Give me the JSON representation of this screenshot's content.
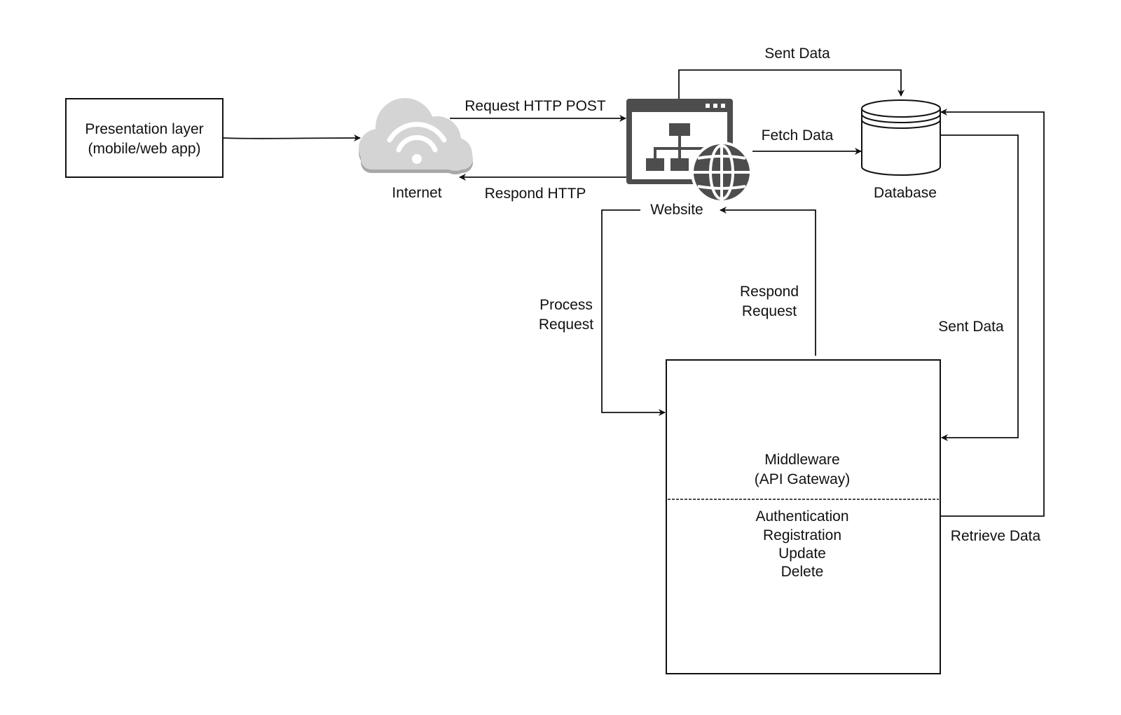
{
  "nodes": {
    "presentation": {
      "line1": "Presentation layer",
      "line2": "(mobile/web app)"
    },
    "internet": {
      "label": "Internet",
      "icon": "cloud-wifi-icon"
    },
    "website": {
      "label": "Website",
      "icon": "website-sitemap-globe-icon"
    },
    "database": {
      "label": "Database",
      "icon": "database-cylinder-icon"
    },
    "middleware": {
      "title1": "Middleware",
      "title2": "(API Gateway)",
      "functions": [
        "Authentication",
        "Registration",
        "Update",
        "Delete"
      ]
    }
  },
  "edges": {
    "request_http_post": "Request HTTP POST",
    "respond_http": "Respond HTTP",
    "sent_data_top": "Sent Data",
    "fetch_data": "Fetch Data",
    "process_request": [
      "Process",
      "Request"
    ],
    "respond_request": [
      "Respond",
      "Request"
    ],
    "sent_data_right": "Sent Data",
    "retrieve_data": "Retrieve Data"
  },
  "colors": {
    "line": "#111111",
    "cloud": "#d3d3d3",
    "cloud_shadow": "#a6a6a6",
    "icon_dark": "#4d4d4d"
  }
}
